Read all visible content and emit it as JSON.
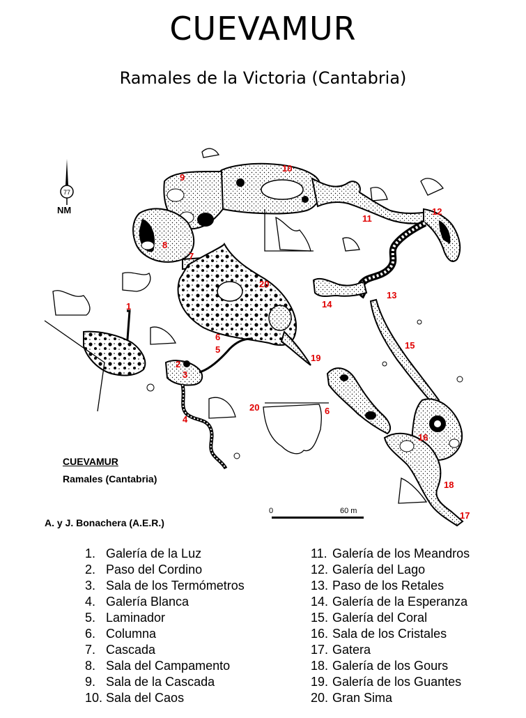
{
  "header": {
    "title": "CUEVAMUR",
    "subtitle": "Ramales de la Victoria (Cantabria)"
  },
  "map": {
    "caption_name": "CUEVAMUR",
    "caption_place": "Ramales (Cantabria)",
    "authors": "A. y J. Bonachera  (A.E.R.)",
    "north_label": "NM",
    "north_value": "77",
    "scale_start": "0",
    "scale_end": "60 m",
    "label_color": "#e00000",
    "labels": [
      "1",
      "2",
      "3",
      "4",
      "5",
      "6",
      "7",
      "8",
      "9",
      "10",
      "11",
      "12",
      "13",
      "14",
      "15",
      "16",
      "17",
      "18",
      "19",
      "20",
      "20",
      "6"
    ]
  },
  "legend": {
    "left": [
      {
        "num": "1.",
        "name": "Galería de la Luz"
      },
      {
        "num": "2.",
        "name": "Paso del Cordino"
      },
      {
        "num": "3.",
        "name": "Sala de los Termómetros"
      },
      {
        "num": "4.",
        "name": "Galería Blanca"
      },
      {
        "num": "5.",
        "name": "Laminador"
      },
      {
        "num": "6.",
        "name": "Columna"
      },
      {
        "num": "7.",
        "name": "Cascada"
      },
      {
        "num": "8.",
        "name": "Sala del Campamento"
      },
      {
        "num": "9.",
        "name": "Sala de la Cascada"
      },
      {
        "num": "10.",
        "name": "Sala del Caos"
      }
    ],
    "right": [
      {
        "num": "11.",
        "name": "Galería de los Meandros"
      },
      {
        "num": "12.",
        "name": "Galería del Lago"
      },
      {
        "num": "13.",
        "name": "Paso de los Retales"
      },
      {
        "num": "14.",
        "name": "Galería de la Esperanza"
      },
      {
        "num": "15.",
        "name": "Galería del Coral"
      },
      {
        "num": "16.",
        "name": "Sala de los Cristales"
      },
      {
        "num": "17.",
        "name": "Gatera"
      },
      {
        "num": "18.",
        "name": "Galería de los Gours"
      },
      {
        "num": "19.",
        "name": "Galería de los Guantes"
      },
      {
        "num": "20.",
        "name": "Gran Sima"
      }
    ]
  }
}
